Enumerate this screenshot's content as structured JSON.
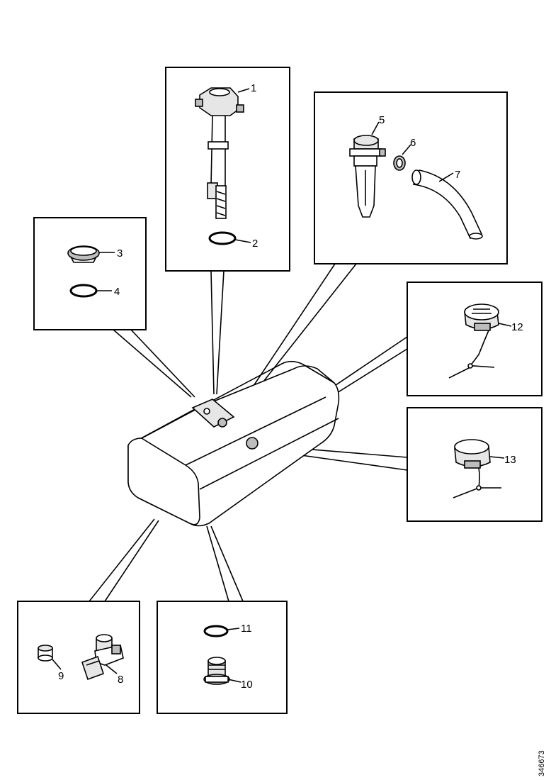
{
  "callouts": {
    "c1": "1",
    "c2": "2",
    "c3": "3",
    "c4": "4",
    "c5": "5",
    "c6": "6",
    "c7": "7",
    "c8": "8",
    "c9": "9",
    "c10": "10",
    "c11": "11",
    "c12": "12",
    "c13": "13"
  },
  "reference_number": "346673"
}
